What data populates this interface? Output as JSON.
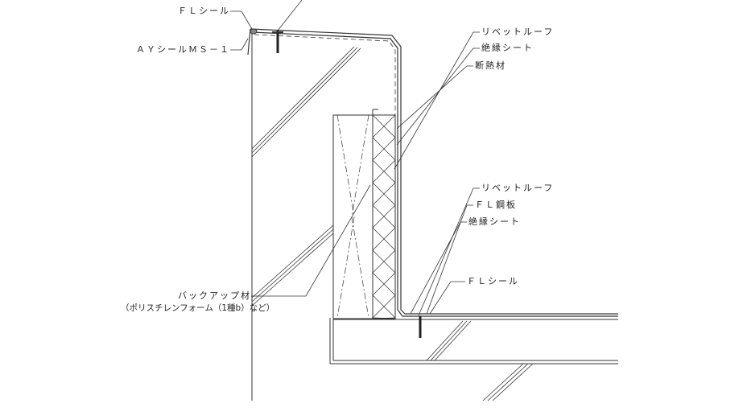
{
  "labels": {
    "fl_seal_top": "ＦＬシール",
    "ay_seal": "ＡＹシールＭＳ－１",
    "rivet_roof_1": "リベットルーフ",
    "insulation_sheet_1": "絶縁シート",
    "insulation_material": "断熱材",
    "rivet_roof_2": "リベットルーフ",
    "fl_steel_plate": "ＦＬ鋼板",
    "insulation_sheet_2": "絶縁シート",
    "fl_seal_bottom": "ＦＬシール",
    "backup_material": "バックアップ材",
    "backup_material_note": "（ポリスチレンフォーム（1種b）など）"
  }
}
